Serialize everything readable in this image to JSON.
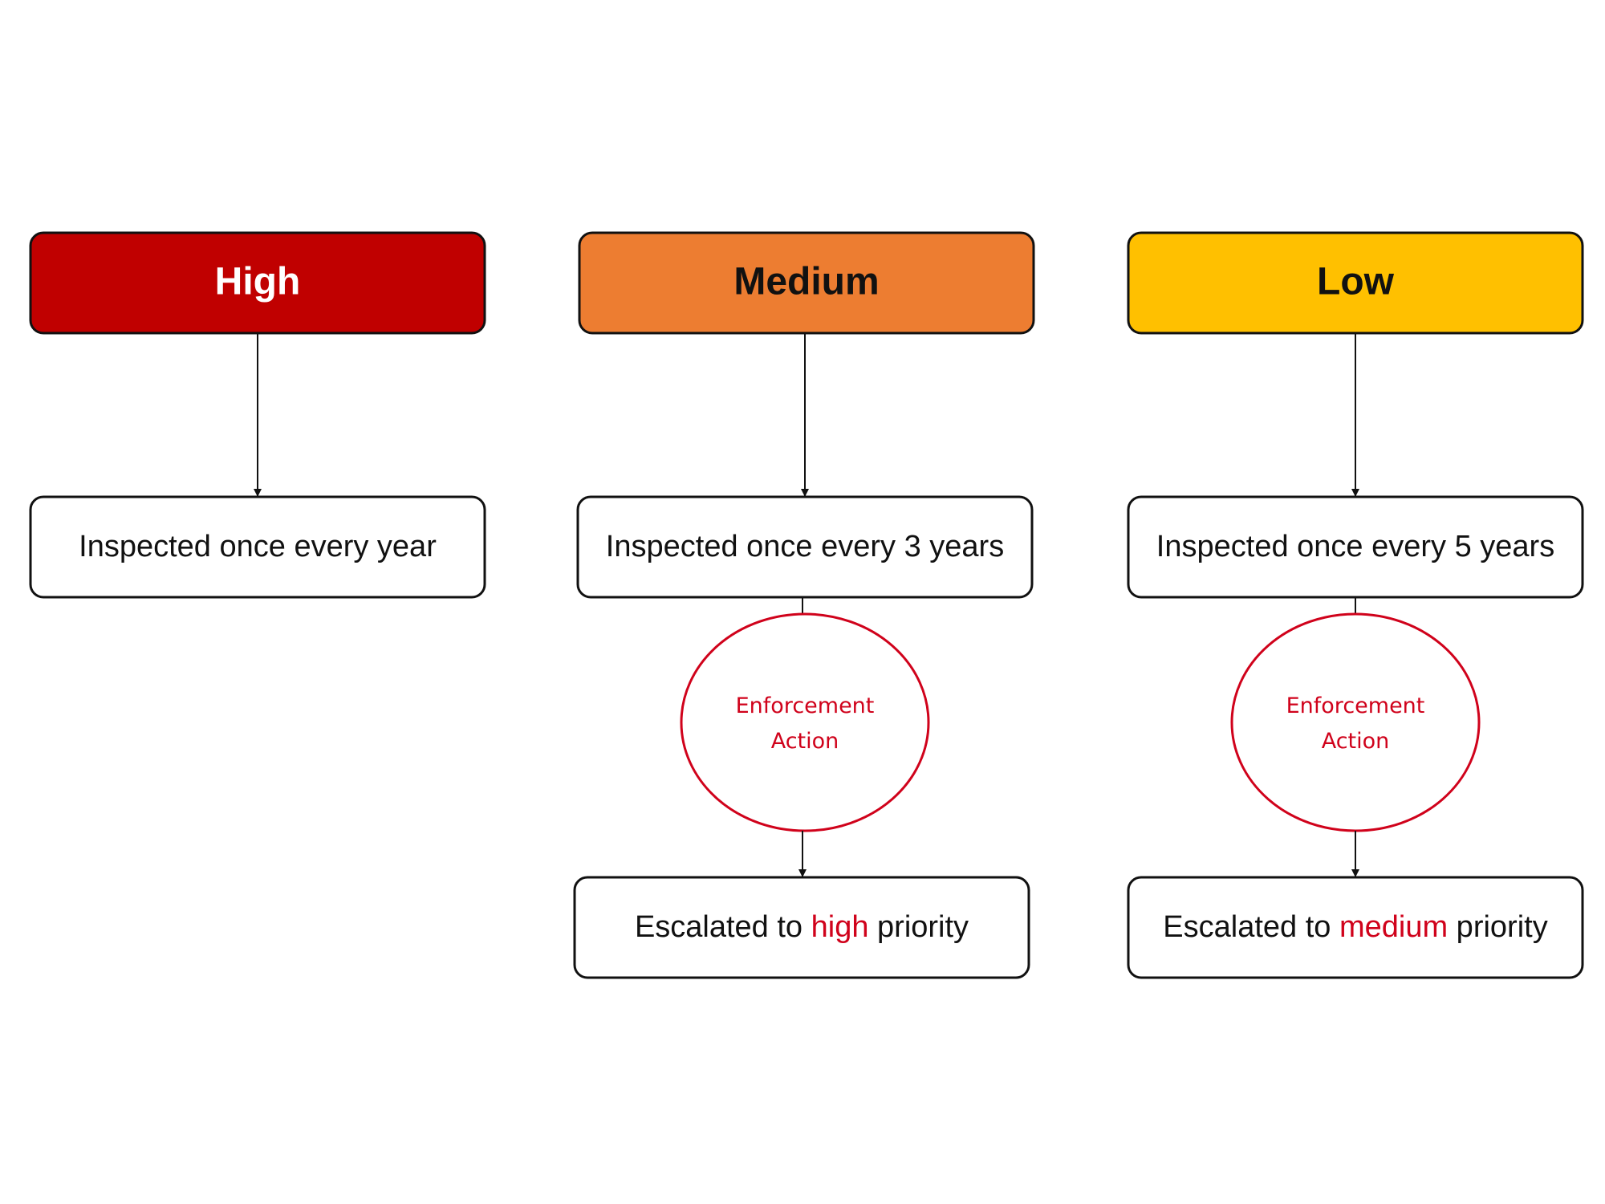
{
  "colors": {
    "high": "#c00000",
    "medium": "#ed7d31",
    "low": "#ffc000",
    "enforcement": "#d0021b",
    "text": "#111111",
    "border": "#111111"
  },
  "columns": [
    {
      "id": "high",
      "header": "High",
      "header_color": "#c00000",
      "header_text_color": "#ffffff",
      "inspection": "Inspected once every year"
    },
    {
      "id": "medium",
      "header": "Medium",
      "header_color": "#ed7d31",
      "header_text_color": "#111111",
      "inspection": "Inspected once every 3 years",
      "enforcement": {
        "line1": "Enforcement",
        "line2": "Action"
      },
      "escalation": {
        "prefix": "Escalated to ",
        "highlight": "high",
        "suffix": " priority"
      }
    },
    {
      "id": "low",
      "header": "Low",
      "header_color": "#ffc000",
      "header_text_color": "#111111",
      "inspection": "Inspected once every 5 years",
      "enforcement": {
        "line1": "Enforcement",
        "line2": "Action"
      },
      "escalation": {
        "prefix": "Escalated to ",
        "highlight": "medium",
        "suffix": " priority"
      }
    }
  ]
}
